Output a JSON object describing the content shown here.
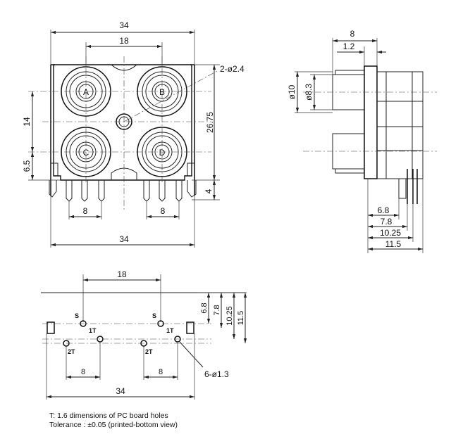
{
  "front_view": {
    "width_top": "34",
    "spacing_top": "18",
    "hole_callout": "2-ø2.4",
    "pitch_vertical": "14",
    "height_total": "26.75",
    "offset_bottom": "6.5",
    "pin_length": "4",
    "pin_pitch_left": "8",
    "pin_pitch_right": "8",
    "width_bottom": "34",
    "jacks": [
      "A",
      "B",
      "C",
      "D"
    ]
  },
  "side_view": {
    "depth_top": "8",
    "flange": "1.2",
    "diam_outer": "ø10",
    "diam_inner": "ø8.3",
    "d1": "6.8",
    "d2": "7.8",
    "d3": "10.25",
    "d4": "11.5"
  },
  "pcb_view": {
    "spacing_top": "18",
    "v1": "6.8",
    "v2": "7.8",
    "v3": "10.25",
    "v4": "11.5",
    "pin_labels": {
      "s": "S",
      "t1": "1T",
      "t2": "2T"
    },
    "pitch_left": "8",
    "pitch_right": "8",
    "hole_callout": "6-ø1.3",
    "width_bottom": "34"
  },
  "notes": {
    "line1": "T: 1.6 dimensions of PC board holes",
    "line2": "Tolerance : ±0.05 (printed-bottom view)"
  }
}
